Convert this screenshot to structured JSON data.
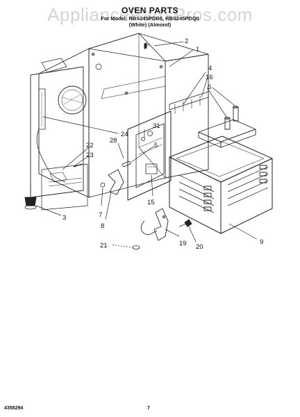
{
  "header": {
    "title": "OVEN PARTS",
    "model_line": "For Model: RBS245PDB0, RBS245PDQ0",
    "color_line": "(White)   (Almond)"
  },
  "watermark": "AppliancePartsPros.com",
  "callouts": {
    "c1": "1",
    "c2": "2",
    "c3": "3",
    "c4": "4",
    "c5": "5",
    "c6": "6",
    "c7": "7",
    "c8": "8",
    "c9": "9",
    "c15": "15",
    "c16": "16",
    "c19": "19",
    "c20": "20",
    "c21": "21",
    "c22": "22",
    "c23": "23",
    "c24": "24",
    "c28": "28",
    "c31": "31"
  },
  "footer": {
    "doc_number": "4358294",
    "page_number": "7"
  },
  "colors": {
    "line": "#222222",
    "watermark": "#d4d4d4"
  }
}
